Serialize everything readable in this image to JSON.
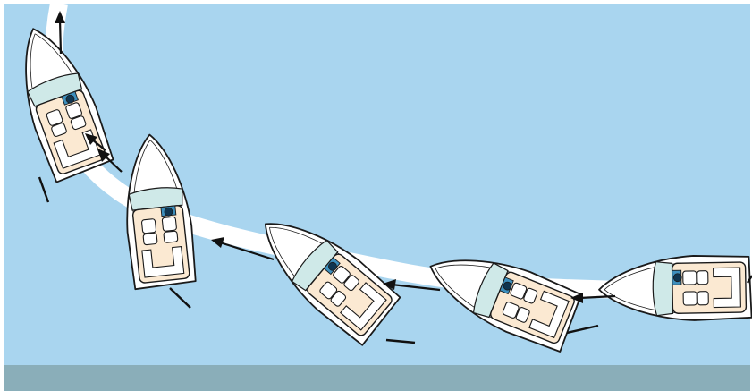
{
  "scene": {
    "colors": {
      "water": "#a9d5ef",
      "wake": "#ffffff",
      "shore": "#8aaeb9",
      "hull": "#ffffff",
      "outline": "#1a1a1a",
      "deck": "#fbe9d2",
      "windshield": "#cfe9e8",
      "console": "#3d8fbd",
      "arrow": "#111111"
    },
    "boats": [
      {
        "id": "boat-1",
        "heading": "left"
      },
      {
        "id": "boat-2",
        "heading": "up-left"
      },
      {
        "id": "boat-3",
        "heading": "up-left"
      },
      {
        "id": "boat-4",
        "heading": "up"
      },
      {
        "id": "boat-5",
        "heading": "up"
      }
    ],
    "arrows": [
      {
        "id": "arrow-1",
        "icon": "left-arrow-icon"
      },
      {
        "id": "arrow-2",
        "icon": "left-arrow-icon"
      },
      {
        "id": "arrow-3",
        "icon": "left-arrow-icon"
      },
      {
        "id": "arrow-4",
        "icon": "up-left-arrow-icon"
      },
      {
        "id": "arrow-5",
        "icon": "up-left-arrow-icon"
      },
      {
        "id": "arrow-6",
        "icon": "up-arrow-icon"
      }
    ]
  }
}
